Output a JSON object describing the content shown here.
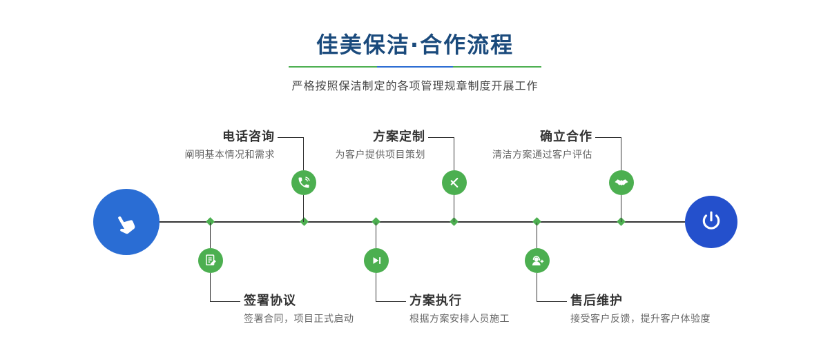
{
  "header": {
    "title": "佳美保洁·合作流程",
    "subtitle": "严格按照保洁制定的各项管理规章制度开展工作"
  },
  "colors": {
    "accent_green": "#4caf50",
    "accent_blue": "#2a6bd2",
    "title_navy": "#1a4a7c",
    "line_dark": "#333333",
    "blue_left": "#2a6dd4",
    "blue_right": "#2450cc"
  },
  "timeline": {
    "start_icon": "hand-pointer-icon",
    "end_icon": "power-icon",
    "junction_marker": "green-diamond"
  },
  "steps_top": [
    {
      "title": "电话咨询",
      "desc": "阐明基本情况和需求",
      "icon": "phone-icon"
    },
    {
      "title": "方案定制",
      "desc": "为客户提供项目策划",
      "icon": "design-icon"
    },
    {
      "title": "确立合作",
      "desc": "清洁方案通过客户评估",
      "icon": "handshake-icon"
    }
  ],
  "steps_bottom": [
    {
      "title": "签署协议",
      "desc": "签署合同，项目正式启动",
      "icon": "contract-icon"
    },
    {
      "title": "方案执行",
      "desc": "根据方案安排人员施工",
      "icon": "execute-icon"
    },
    {
      "title": "售后维护",
      "desc": "接受客户反馈，提升客户体验度",
      "icon": "support-icon"
    }
  ]
}
